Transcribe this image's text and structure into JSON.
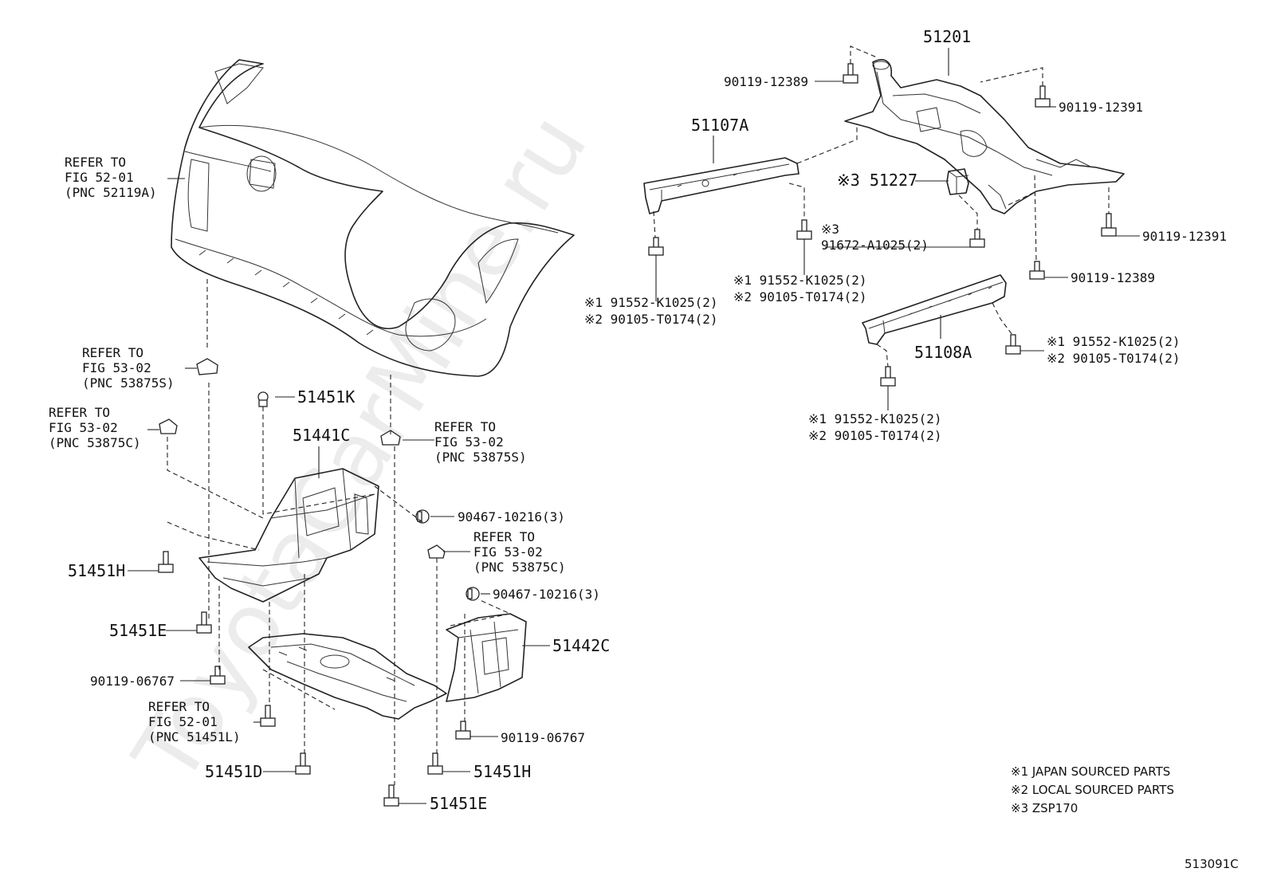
{
  "watermark": "ToyotaCarMine.ru",
  "diagram_code": "513091C",
  "labels": {
    "bumper_ref": [
      "REFER TO",
      "FIG 52-01",
      "(PNC 52119A)"
    ],
    "retainer_ref_a": [
      "REFER TO",
      "FIG 53-02",
      "(PNC 53875S)"
    ],
    "retainer_ref_b": [
      "REFER TO",
      "FIG 53-02",
      "(PNC 53875C)"
    ],
    "retainer_ref_c": [
      "REFER TO",
      "FIG 53-02",
      "(PNC 53875S)"
    ],
    "retainer_ref_d": [
      "REFER TO",
      "FIG 53-02",
      "(PNC 53875C)"
    ],
    "screw_ref": [
      "REFER TO",
      "FIG 52-01",
      "(PNC 51451L)"
    ],
    "p51451K": "51451K",
    "p51441C": "51441C",
    "p51451H_left": "51451H",
    "p51451E_left": "51451E",
    "p90119_06767_left": "90119-06767",
    "p51451D": "51451D",
    "p90467_10216_a": "90467-10216(3)",
    "p90467_10216_b": "90467-10216(3)",
    "p51442C": "51442C",
    "p90119_06767_right": "90119-06767",
    "p51451H_right": "51451H",
    "p51451E_right": "51451E",
    "p51201": "51201",
    "p90119_12389_top": "90119-12389",
    "p90119_12391_top": "90119-12391",
    "p51107A": "51107A",
    "p51227": "※3 51227",
    "p91672_a": [
      "※3",
      "91672-A1025(2)"
    ],
    "p90119_12391_right": "90119-12391",
    "p90119_12389_right": "90119-12389",
    "stack_a": [
      "※1 91552-K1025(2)",
      "※2 90105-T0174(2)"
    ],
    "stack_b": [
      "※1 91552-K1025(2)",
      "※2 90105-T0174(2)"
    ],
    "stack_c": [
      "※1 91552-K1025(2)",
      "※2 90105-T0174(2)"
    ],
    "stack_d": [
      "※1 91552-K1025(2)",
      "※2 90105-T0174(2)"
    ],
    "p51108A": "51108A"
  },
  "legend": [
    "※1 JAPAN SOURCED PARTS",
    "※2 LOCAL SOURCED PARTS",
    "※3 ZSP170"
  ]
}
